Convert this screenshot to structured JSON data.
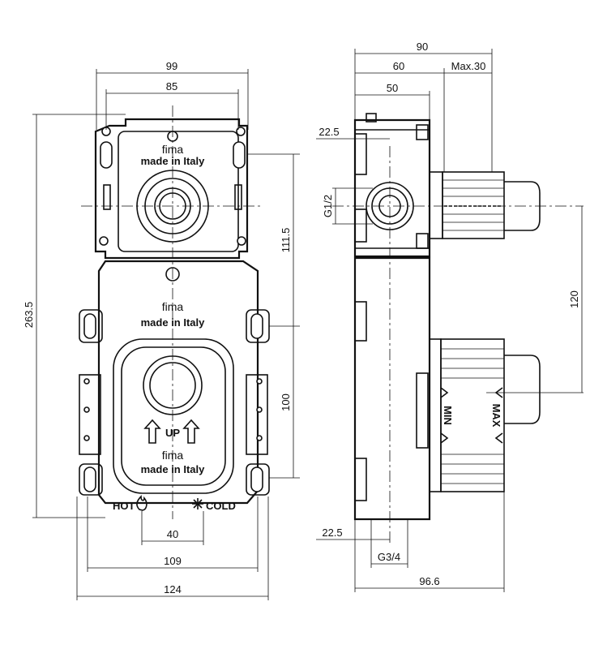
{
  "front": {
    "brand": "fima",
    "made_in": "made  in  Italy",
    "up_label": "UP",
    "hot_label": "HOT",
    "cold_label": "COLD"
  },
  "dimensions": {
    "d99": "99",
    "d85": "85",
    "d263_5": "263.5",
    "d111_5": "111.5",
    "d100": "100",
    "d40": "40",
    "d109": "109",
    "d124": "124",
    "d90": "90",
    "d60": "60",
    "dmax30": "Max.30",
    "d50": "50",
    "d22_5_top": "22.5",
    "g12": "G1/2",
    "d120": "120",
    "d22_5_bot": "22.5",
    "g34": "G3/4",
    "d96_6": "96.6"
  },
  "side": {
    "min_label": "MIN",
    "max_label": "MAX"
  }
}
